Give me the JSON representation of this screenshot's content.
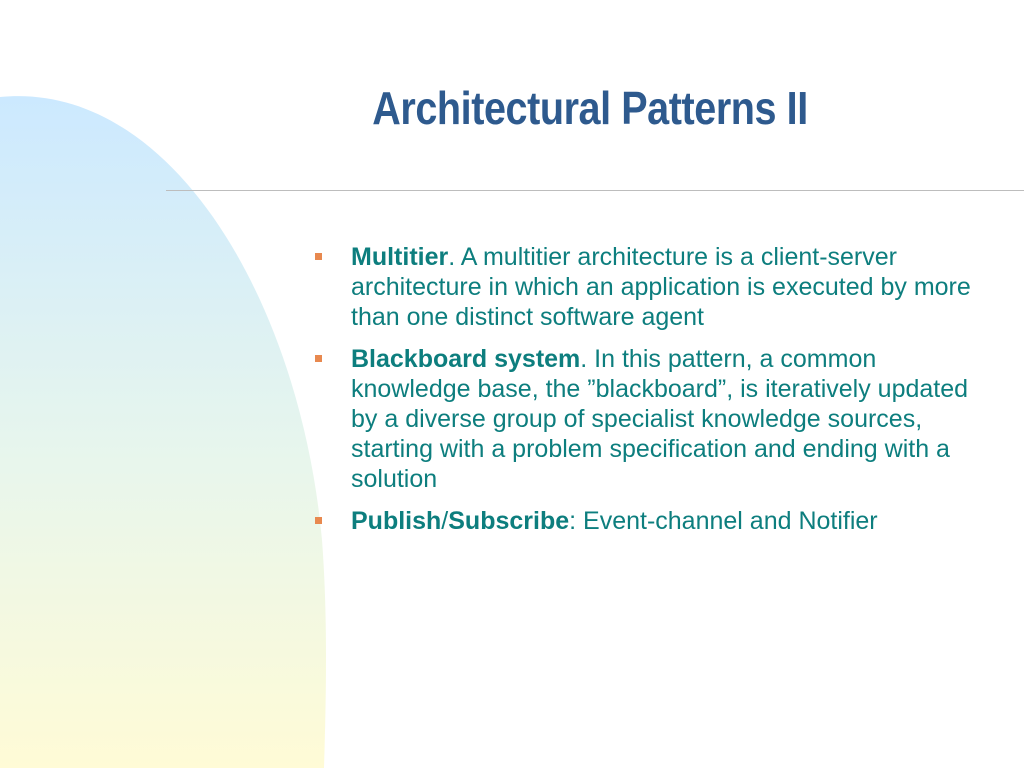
{
  "slide": {
    "title": "Architectural Patterns II",
    "bullets": [
      {
        "term": "Multitier",
        "body": ". A multitier architecture is a client-server architecture in which an application is executed by more than one distinct software agent"
      },
      {
        "term": "Blackboard system",
        "body": ". In this pattern, a common knowledge base, the ”blackboard”, is iteratively updated by a diverse group of specialist knowledge sources, starting with a problem specification and ending with a solution"
      },
      {
        "term_part1": "Publish",
        "separator": "/",
        "term_part2": "Subscribe",
        "body": ": Event-channel and Notifier"
      }
    ]
  },
  "colors": {
    "title": "#2e5a8e",
    "body_text": "#0d7e7e",
    "bullet_marker": "#e8894f",
    "gradient_top": "#cce9ff",
    "gradient_bottom": "#fffbd6"
  }
}
